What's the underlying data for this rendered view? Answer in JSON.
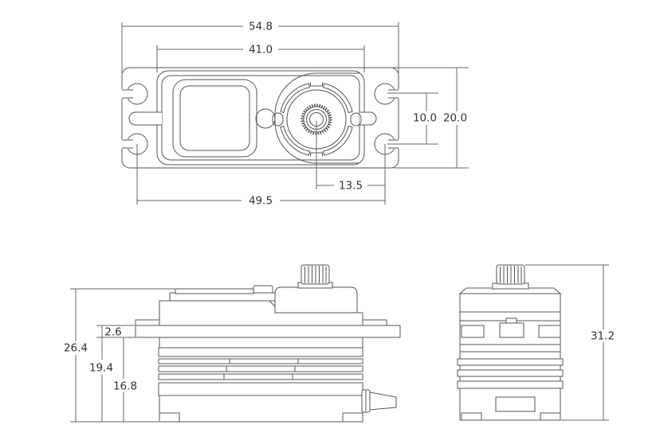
{
  "drawing": {
    "type": "servo-dimensional-drawing",
    "units": "mm",
    "colors": {
      "outline": "#555555",
      "dimension": "#666666",
      "text": "#333333",
      "background": "#ffffff"
    },
    "top_view": {
      "dim_overall_width": "54.8",
      "dim_body_width": "41.0",
      "dim_mount_hole_vertical_spacing": "10.0",
      "dim_overall_depth": "20.0",
      "dim_spline_to_mount_hole": "13.5",
      "dim_mount_hole_horizontal_spacing": "49.5"
    },
    "side_view": {
      "dim_overall_height": "26.4",
      "dim_flange_thickness": "2.6",
      "dim_bottom_to_flange_top": "19.4",
      "dim_bottom_to_flange_bottom": "16.8"
    },
    "end_view": {
      "dim_total_height_with_spline": "31.2"
    }
  }
}
